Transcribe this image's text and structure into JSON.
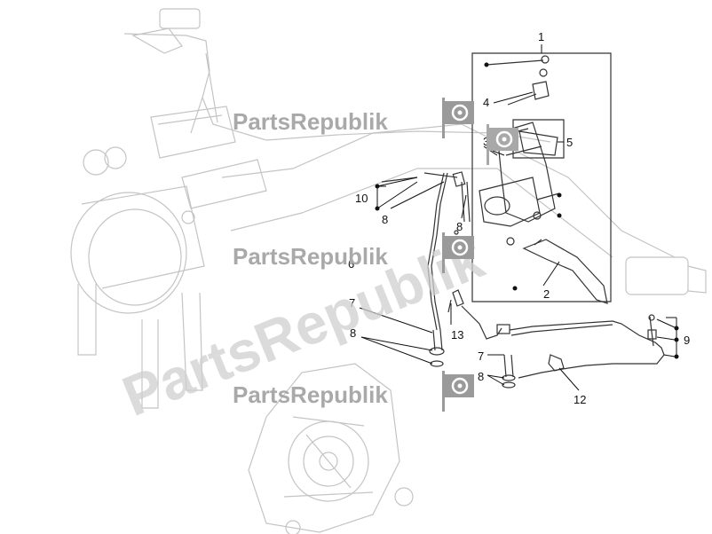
{
  "diagram": {
    "callouts": {
      "c1": "1",
      "c2": "2",
      "c3": "3",
      "c4": "4",
      "c5": "5",
      "c6": "6",
      "c7a": "7",
      "c7b": "7",
      "c8a": "8",
      "c8b": "8",
      "c8c": "8",
      "c8d": "8",
      "c9": "9",
      "c10": "10",
      "c12": "12",
      "c13": "13"
    },
    "watermark": {
      "brand_1": "PartsRepublik",
      "brand_2": "PartsRepublik",
      "brand_3": "PartsRepublik",
      "brand_big": "PartsRepublik"
    }
  }
}
